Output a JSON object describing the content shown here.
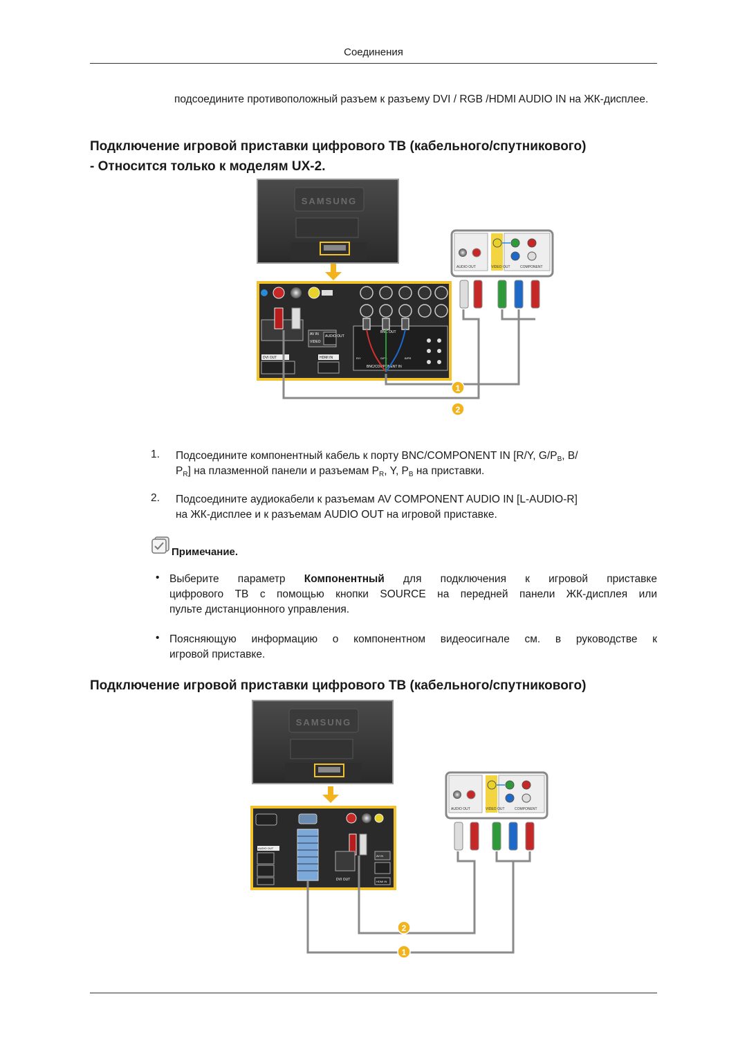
{
  "header": {
    "title": "Соединения"
  },
  "intro": {
    "text": "подсоедините противоположный разъем к разъему DVI / RGB /HDMI AUDIO IN на ЖК-дисплее."
  },
  "section1": {
    "heading_line1": "Подключение игровой приставки цифрового ТВ (кабельного/спутникового)",
    "heading_line2": "- Относится только к моделям UX-2."
  },
  "diagram1": {
    "brand": "SAMSUNG",
    "panel_labels": [
      "AV IN",
      "VIDEO",
      "AUDIO OUT",
      "DVI OUT",
      "HDMI IN",
      "BNC/COMPONENT IN",
      "BNC OUT",
      "R/Y",
      "G/PB",
      "B/PR"
    ],
    "device_labels": [
      "AUDIO OUT",
      "VIDEO OUT",
      "COMPONENT"
    ],
    "callouts": [
      "1",
      "2"
    ]
  },
  "steps": {
    "item1": {
      "number": "1.",
      "line1_a": "Подсоедините компонентный кабель к порту BNC/COMPONENT IN [R/Y, G/P",
      "line1_sub": "B",
      "line1_b": ", B/",
      "line2_a": "P",
      "line2_sub1": "R",
      "line2_b": "] на плазменной панели и разъемам P",
      "line2_sub2": "R",
      "line2_c": ", Y, P",
      "line2_sub3": "B",
      "line2_d": " на приставки."
    },
    "item2": {
      "number": "2.",
      "line1": "Подсоедините аудиокабели к разъемам AV COMPONENT AUDIO IN [L-AUDIO-R]",
      "line2": "на ЖК-дисплее и к разъемам AUDIO OUT на игровой приставке."
    }
  },
  "note": {
    "label": "Примечание.",
    "bullet": "•",
    "b1_l1_a": "Выберите параметр ",
    "b1_l1_bold": "Компонентный",
    "b1_l1_b": " для подключения к игровой приставке",
    "b1_l2": "цифрового ТВ с помощью кнопки SOURCE на передней панели ЖК-дисплея или",
    "b1_l3": "пульте дистанционного управления.",
    "b2_l1": "Поясняющую информацию о компонентном видеосигнале см. в руководстве к",
    "b2_l2": "игровой приставке."
  },
  "section2": {
    "heading": "Подключение игровой приставки цифрового ТВ (кабельного/спутникового)"
  },
  "diagram2": {
    "brand": "SAMSUNG",
    "panel_labels": [
      "AUDIO OUT",
      "DVI OUT",
      "AV IN",
      "HDMI IN"
    ],
    "device_labels": [
      "AUDIO OUT",
      "VIDEO OUT",
      "COMPONENT"
    ],
    "callouts": [
      "2",
      "1"
    ]
  },
  "colors": {
    "accent_yellow": "#f2c12e",
    "cable_gray": "#8a8a8a",
    "callout_yellow": "#f2b41e"
  }
}
